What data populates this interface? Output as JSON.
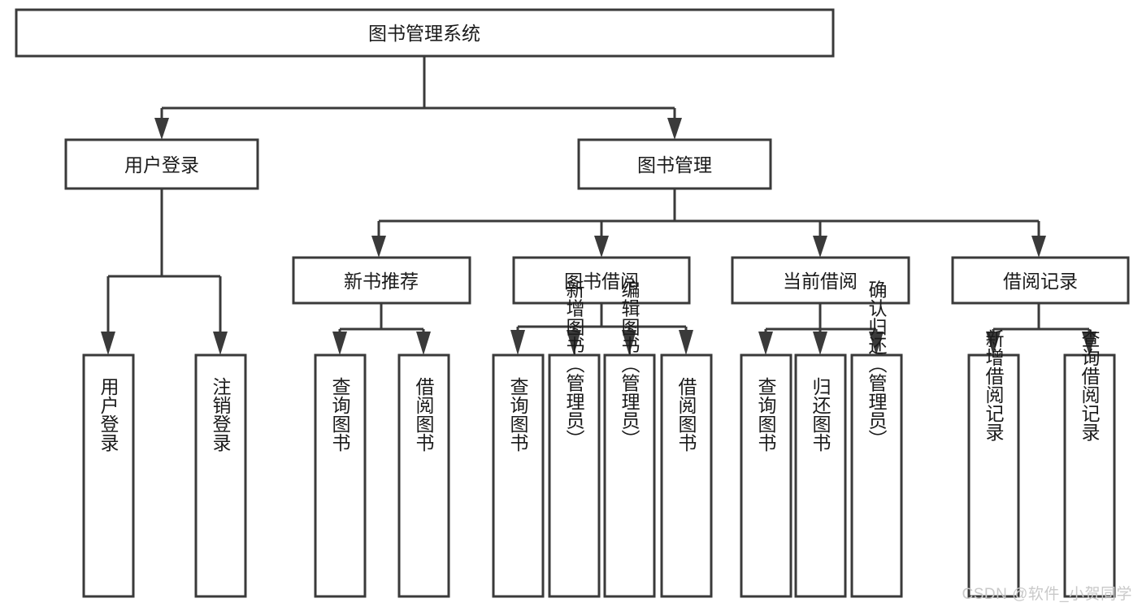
{
  "diagram": {
    "type": "tree-hierarchy-functional-decomposition",
    "title": "图书管理系统",
    "background_color": "#ffffff",
    "stroke_color": "#3a3a3a",
    "box_fill": "#ffffff",
    "levels": 4,
    "nodes": {
      "root": {
        "label": "图书管理系统",
        "orientation": "horizontal"
      },
      "level2": [
        {
          "id": "user-login",
          "label": "用户登录",
          "orientation": "horizontal"
        },
        {
          "id": "book-manage",
          "label": "图书管理",
          "orientation": "horizontal"
        }
      ],
      "level3": [
        {
          "id": "new-book-recommend",
          "label": "新书推荐",
          "orientation": "horizontal"
        },
        {
          "id": "book-borrow",
          "label": "图书借阅",
          "orientation": "horizontal"
        },
        {
          "id": "current-borrow",
          "label": "当前借阅",
          "orientation": "horizontal"
        },
        {
          "id": "borrow-record",
          "label": "借阅记录",
          "orientation": "horizontal"
        }
      ],
      "leaves": {
        "user-login": [
          {
            "id": "leaf-user-login",
            "label": "用户登录",
            "orientation": "vertical"
          },
          {
            "id": "leaf-logout-login",
            "label": "注销登录",
            "orientation": "vertical"
          }
        ],
        "new-book-recommend": [
          {
            "id": "leaf-query-book-1",
            "label": "查询图书",
            "orientation": "vertical"
          },
          {
            "id": "leaf-borrow-book-1",
            "label": "借阅图书",
            "orientation": "vertical"
          }
        ],
        "book-borrow": [
          {
            "id": "leaf-query-book-2",
            "label": "查询图书",
            "orientation": "vertical"
          },
          {
            "id": "leaf-add-book",
            "label": "新增图书（管理员）",
            "orientation": "vertical"
          },
          {
            "id": "leaf-edit-book",
            "label": "编辑图书（管理员）",
            "orientation": "vertical"
          },
          {
            "id": "leaf-borrow-book-2",
            "label": "借阅图书",
            "orientation": "vertical"
          }
        ],
        "current-borrow": [
          {
            "id": "leaf-query-book-3",
            "label": "查询图书",
            "orientation": "vertical"
          },
          {
            "id": "leaf-return-book",
            "label": "归还图书",
            "orientation": "vertical"
          },
          {
            "id": "leaf-confirm-return",
            "label": "确认归还（管理员）",
            "orientation": "vertical"
          }
        ],
        "borrow-record": [
          {
            "id": "leaf-add-borrow-record",
            "label": "新增借阅记录",
            "orientation": "vertical"
          },
          {
            "id": "leaf-query-borrow-record",
            "label": "查询借阅记录",
            "orientation": "vertical"
          }
        ]
      }
    }
  },
  "watermark": {
    "text": "CSDN @软件_小贺同学",
    "color": "#c9c9c9"
  }
}
